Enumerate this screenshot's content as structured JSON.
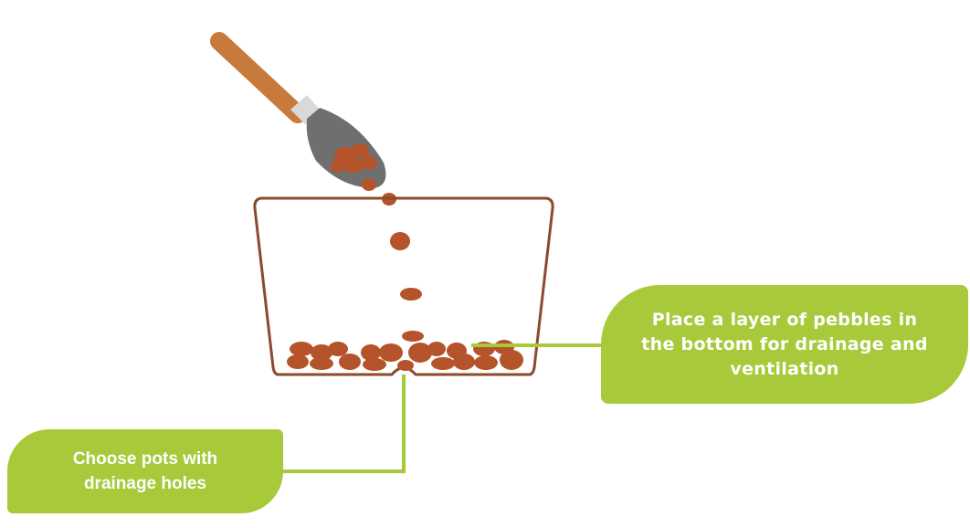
{
  "callouts": {
    "pebbles": {
      "lines": [
        "Place a layer of pebbles in",
        "the bottom for drainage and",
        "ventilation"
      ]
    },
    "drainage": {
      "lines": [
        "Choose pots with",
        "drainage holes"
      ]
    }
  },
  "colors": {
    "callout_fill": "#a7c93a",
    "callout_text": "#ffffff",
    "leader_line": "#a7c93a",
    "pot_outline": "#8b4a2b",
    "pebble": "#b5532a",
    "trowel_handle": "#c87a3c",
    "trowel_blade": "#6f6f6f",
    "trowel_collar": "#cfcfcf"
  },
  "icons": [
    "trowel-icon",
    "pot-icon",
    "pebble-icon"
  ]
}
